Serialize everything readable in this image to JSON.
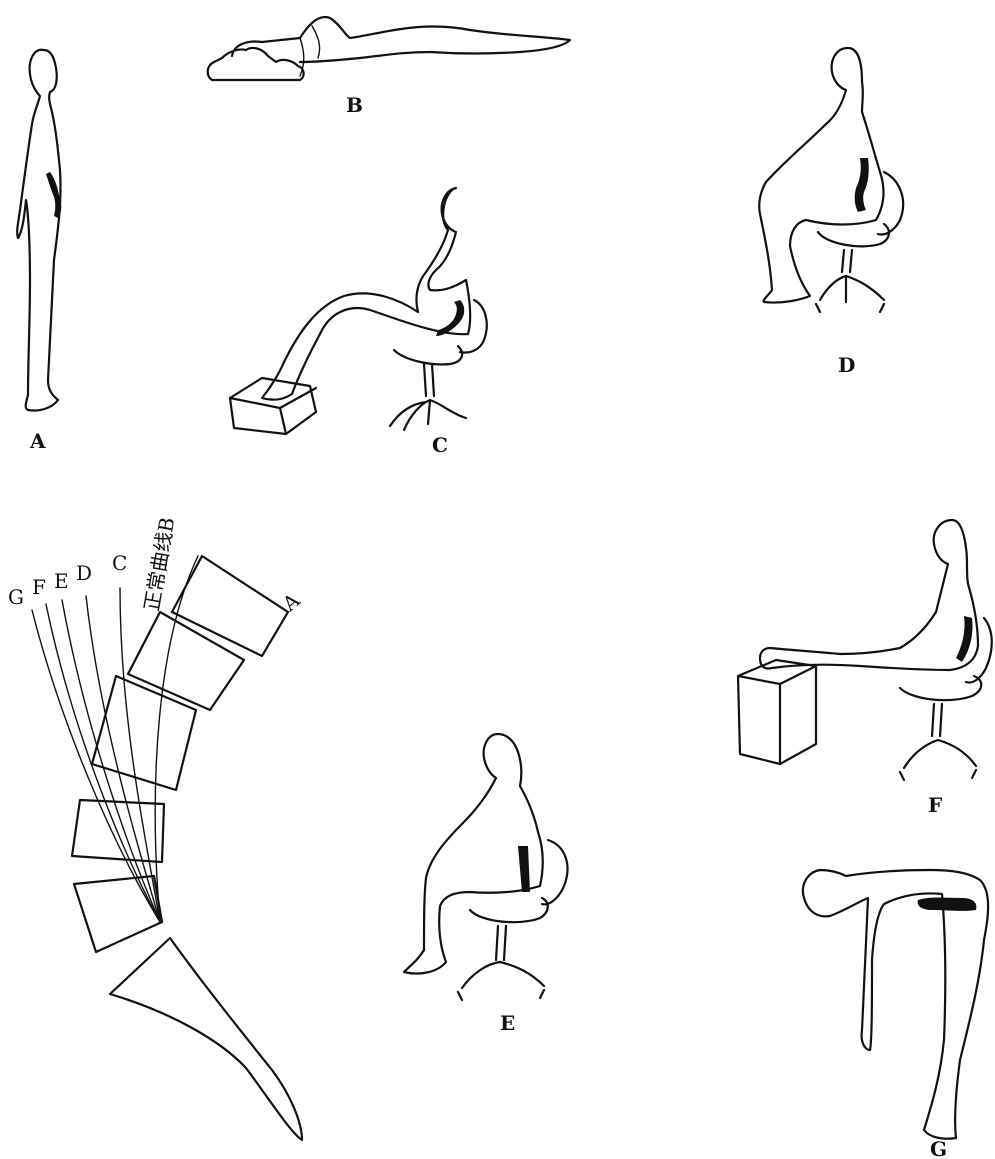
{
  "figures": {
    "A": {
      "label": "A",
      "posture": "standing",
      "icon": "standing-person"
    },
    "B": {
      "label": "B",
      "posture": "lying",
      "icon": "lying-person"
    },
    "C": {
      "label": "C",
      "posture": "seated-leaning-back-feet-on-block",
      "icon": "reclined-sitting-person"
    },
    "D": {
      "label": "D",
      "posture": "seated-hands-on-knees",
      "icon": "sitting-person"
    },
    "E": {
      "label": "E",
      "posture": "seated-slouched",
      "icon": "slouched-sitting-person"
    },
    "F": {
      "label": "F",
      "posture": "seated-legs-extended-on-box",
      "icon": "long-sitting-person"
    },
    "G": {
      "label": "G",
      "posture": "standing-forward-bend",
      "icon": "bending-person"
    }
  },
  "spine_diagram": {
    "vertebra_label": "A",
    "curve_labels": [
      "G",
      "F",
      "E",
      "D",
      "C"
    ],
    "normal_curve_label": "正常曲线B"
  },
  "colors": {
    "ink": "#111111",
    "background": "#ffffff"
  }
}
